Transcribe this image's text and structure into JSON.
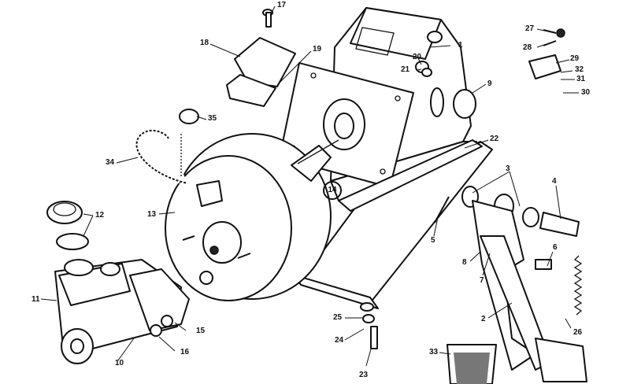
{
  "diagram": {
    "callouts": [
      {
        "id": "1",
        "text": "1"
      },
      {
        "id": "2",
        "text": "2"
      },
      {
        "id": "3",
        "text": "3"
      },
      {
        "id": "4",
        "text": "4"
      },
      {
        "id": "5",
        "text": "5"
      },
      {
        "id": "6",
        "text": "6"
      },
      {
        "id": "7",
        "text": "7"
      },
      {
        "id": "8",
        "text": "8"
      },
      {
        "id": "9",
        "text": "9"
      },
      {
        "id": "10",
        "text": "10"
      },
      {
        "id": "11",
        "text": "11"
      },
      {
        "id": "12",
        "text": "12"
      },
      {
        "id": "13",
        "text": "13"
      },
      {
        "id": "14",
        "text": "14"
      },
      {
        "id": "15",
        "text": "15"
      },
      {
        "id": "16",
        "text": "16"
      },
      {
        "id": "17",
        "text": "17"
      },
      {
        "id": "18",
        "text": "18"
      },
      {
        "id": "19",
        "text": "19"
      },
      {
        "id": "20",
        "text": "20"
      },
      {
        "id": "21",
        "text": "21"
      },
      {
        "id": "22",
        "text": "22"
      },
      {
        "id": "23",
        "text": "23"
      },
      {
        "id": "24",
        "text": "24"
      },
      {
        "id": "25",
        "text": "25"
      },
      {
        "id": "26",
        "text": "26"
      },
      {
        "id": "27",
        "text": "27"
      },
      {
        "id": "28",
        "text": "28"
      },
      {
        "id": "29",
        "text": "29"
      },
      {
        "id": "30",
        "text": "30"
      },
      {
        "id": "31",
        "text": "31"
      },
      {
        "id": "32",
        "text": "32"
      },
      {
        "id": "33",
        "text": "33"
      },
      {
        "id": "34",
        "text": "34"
      },
      {
        "id": "35",
        "text": "35"
      }
    ]
  }
}
